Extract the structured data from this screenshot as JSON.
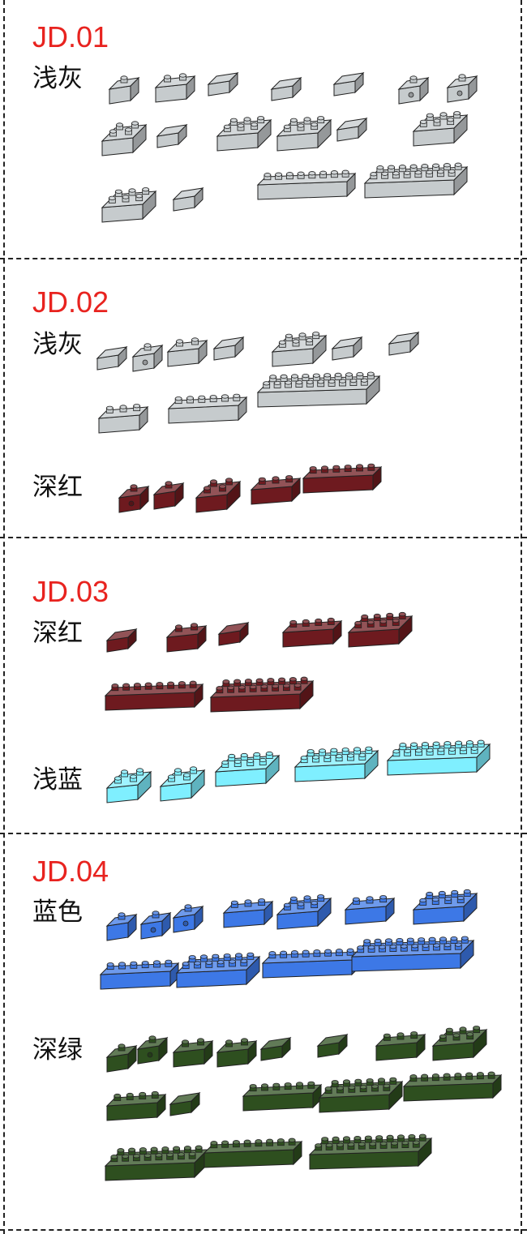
{
  "sections": [
    {
      "code": "JD.01",
      "groups": [
        {
          "label": "浅灰",
          "color_name": "light-gray",
          "color": "#c6cbcd",
          "brick_count": 17
        }
      ]
    },
    {
      "code": "JD.02",
      "groups": [
        {
          "label": "浅灰",
          "color_name": "light-gray",
          "color": "#c6cbcd",
          "brick_count": 10
        },
        {
          "label": "深红",
          "color_name": "dark-red",
          "color": "#6e1a1f",
          "brick_count": 5
        }
      ]
    },
    {
      "code": "JD.03",
      "groups": [
        {
          "label": "深红",
          "color_name": "dark-red",
          "color": "#6e1a1f",
          "brick_count": 7
        },
        {
          "label": "浅蓝",
          "color_name": "light-blue",
          "color": "#7fefff",
          "brick_count": 5
        }
      ]
    },
    {
      "code": "JD.04",
      "groups": [
        {
          "label": "蓝色",
          "color_name": "blue",
          "color": "#3d78e6",
          "brick_count": 11
        },
        {
          "label": "深绿",
          "color_name": "dark-green",
          "color": "#2e4f1f",
          "brick_count": 16
        }
      ]
    }
  ]
}
